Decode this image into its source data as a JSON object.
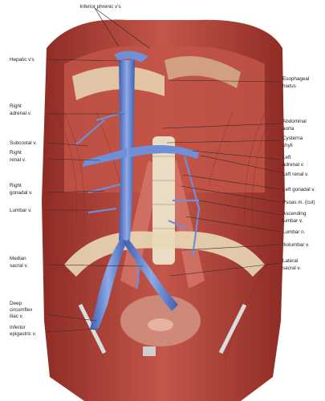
{
  "labels": {
    "top": "Inferior phrenic v's",
    "left": [
      {
        "key": "hepatic",
        "lines": [
          "Hepatic v's"
        ]
      },
      {
        "key": "right-adrenal",
        "lines": [
          "Right",
          "adrenal v."
        ]
      },
      {
        "key": "subcostal",
        "lines": [
          "Subcostal v."
        ]
      },
      {
        "key": "right-renal",
        "lines": [
          "Right",
          "renal v."
        ]
      },
      {
        "key": "right-gonadal",
        "lines": [
          "Right",
          "gonadal v."
        ]
      },
      {
        "key": "lumbar-v",
        "lines": [
          "Lumbar v."
        ]
      },
      {
        "key": "median-sacral",
        "lines": [
          "Median",
          "sacral v."
        ]
      },
      {
        "key": "deep-circumflex-iliac",
        "lines": [
          "Deep",
          "circumflex",
          "iliac v."
        ]
      },
      {
        "key": "inferior-epigastric",
        "lines": [
          "Inferior",
          "epigastric v."
        ]
      }
    ],
    "right": [
      {
        "key": "esophageal-hiatus",
        "lines": [
          "Esophageal",
          "hiatus"
        ]
      },
      {
        "key": "abdominal-aorta",
        "lines": [
          "Abdominal",
          "aorta"
        ]
      },
      {
        "key": "cysterna-chyli",
        "lines": [
          "Cysterna",
          "chyli"
        ]
      },
      {
        "key": "left-adrenal",
        "lines": [
          "Left",
          "adrenal v."
        ]
      },
      {
        "key": "left-renal",
        "lines": [
          "Left renal v."
        ]
      },
      {
        "key": "left-gonadal",
        "lines": [
          "Left gonadal v."
        ]
      },
      {
        "key": "psoas",
        "lines": [
          "Psoas m. (cut)"
        ]
      },
      {
        "key": "ascending-lumbar",
        "lines": [
          "Ascending",
          "lumbar v."
        ]
      },
      {
        "key": "lumbar-n",
        "lines": [
          "Lumbar n."
        ]
      },
      {
        "key": "iliolumbar",
        "lines": [
          "Iliolumbar v."
        ]
      },
      {
        "key": "lateral-sacral",
        "lines": [
          "Lateral",
          "sacral v."
        ]
      }
    ]
  },
  "colors": {
    "muscle": "#b8433a",
    "muscle_dark": "#8e2c25",
    "muscle_light": "#d4776a",
    "vein": "#6f8fd6",
    "vein_dark": "#3f5fae",
    "tendon": "#e8d8b6",
    "bone": "#e9dcc2",
    "text": "#222222"
  }
}
